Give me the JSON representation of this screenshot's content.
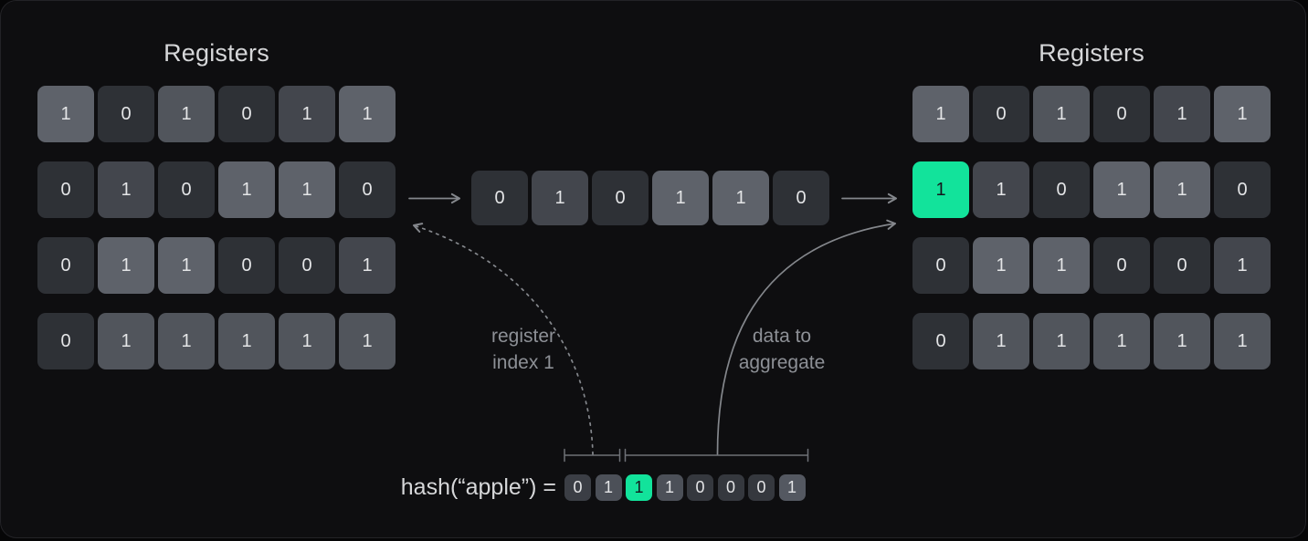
{
  "colors": {
    "page_bg": "#060607",
    "canvas_bg": "#0e0e10",
    "border": "#232327",
    "accent_green": "#12e39b",
    "text_on_green": "#14171c",
    "cell_text": "#e4e5e7",
    "title_text": "#d6d7d9",
    "label_text": "#8d9096",
    "arrow": "#84878c",
    "bracket": "#6e7176",
    "tones": {
      "t0": "#2e3136",
      "t1": "#43464d",
      "t2": "#51555c",
      "t3": "#5e626a",
      "hd": "#3b3e45",
      "hz": "#35383e",
      "hm": "#4c5058",
      "hl": "#545861"
    }
  },
  "left_registers": {
    "title": "Registers",
    "rows": [
      [
        {
          "v": "1",
          "t": "t3"
        },
        {
          "v": "0",
          "t": "t0"
        },
        {
          "v": "1",
          "t": "t2"
        },
        {
          "v": "0",
          "t": "t0"
        },
        {
          "v": "1",
          "t": "t1"
        },
        {
          "v": "1",
          "t": "t3"
        }
      ],
      [
        {
          "v": "0",
          "t": "t0"
        },
        {
          "v": "1",
          "t": "t1"
        },
        {
          "v": "0",
          "t": "t0"
        },
        {
          "v": "1",
          "t": "t3"
        },
        {
          "v": "1",
          "t": "t3"
        },
        {
          "v": "0",
          "t": "t0"
        }
      ],
      [
        {
          "v": "0",
          "t": "t0"
        },
        {
          "v": "1",
          "t": "t3"
        },
        {
          "v": "1",
          "t": "t3"
        },
        {
          "v": "0",
          "t": "t0"
        },
        {
          "v": "0",
          "t": "t0"
        },
        {
          "v": "1",
          "t": "t1"
        }
      ],
      [
        {
          "v": "0",
          "t": "t0"
        },
        {
          "v": "1",
          "t": "t2"
        },
        {
          "v": "1",
          "t": "t2"
        },
        {
          "v": "1",
          "t": "t2"
        },
        {
          "v": "1",
          "t": "t2"
        },
        {
          "v": "1",
          "t": "t2"
        }
      ]
    ]
  },
  "middle_row": {
    "cells": [
      {
        "v": "0",
        "t": "t0"
      },
      {
        "v": "1",
        "t": "t1"
      },
      {
        "v": "0",
        "t": "t0"
      },
      {
        "v": "1",
        "t": "t3"
      },
      {
        "v": "1",
        "t": "t3"
      },
      {
        "v": "0",
        "t": "t0"
      }
    ]
  },
  "right_registers": {
    "title": "Registers",
    "rows": [
      [
        {
          "v": "1",
          "t": "t3"
        },
        {
          "v": "0",
          "t": "t0"
        },
        {
          "v": "1",
          "t": "t2"
        },
        {
          "v": "0",
          "t": "t0"
        },
        {
          "v": "1",
          "t": "t1"
        },
        {
          "v": "1",
          "t": "t3"
        }
      ],
      [
        {
          "v": "1",
          "t": "green"
        },
        {
          "v": "1",
          "t": "t1"
        },
        {
          "v": "0",
          "t": "t0"
        },
        {
          "v": "1",
          "t": "t3"
        },
        {
          "v": "1",
          "t": "t3"
        },
        {
          "v": "0",
          "t": "t0"
        }
      ],
      [
        {
          "v": "0",
          "t": "t0"
        },
        {
          "v": "1",
          "t": "t3"
        },
        {
          "v": "1",
          "t": "t3"
        },
        {
          "v": "0",
          "t": "t0"
        },
        {
          "v": "0",
          "t": "t0"
        },
        {
          "v": "1",
          "t": "t1"
        }
      ],
      [
        {
          "v": "0",
          "t": "t0"
        },
        {
          "v": "1",
          "t": "t2"
        },
        {
          "v": "1",
          "t": "t2"
        },
        {
          "v": "1",
          "t": "t2"
        },
        {
          "v": "1",
          "t": "t2"
        },
        {
          "v": "1",
          "t": "t2"
        }
      ]
    ]
  },
  "labels": {
    "register_index": "register\nindex 1",
    "data_to_aggregate": "data to\naggregate"
  },
  "hash": {
    "label": "hash(“apple”) =",
    "bits": [
      {
        "v": "0",
        "t": "hd"
      },
      {
        "v": "1",
        "t": "hm"
      },
      {
        "v": "1",
        "t": "green"
      },
      {
        "v": "1",
        "t": "hm"
      },
      {
        "v": "0",
        "t": "hz"
      },
      {
        "v": "0",
        "t": "hz"
      },
      {
        "v": "0",
        "t": "hz"
      },
      {
        "v": "1",
        "t": "hl"
      }
    ]
  }
}
